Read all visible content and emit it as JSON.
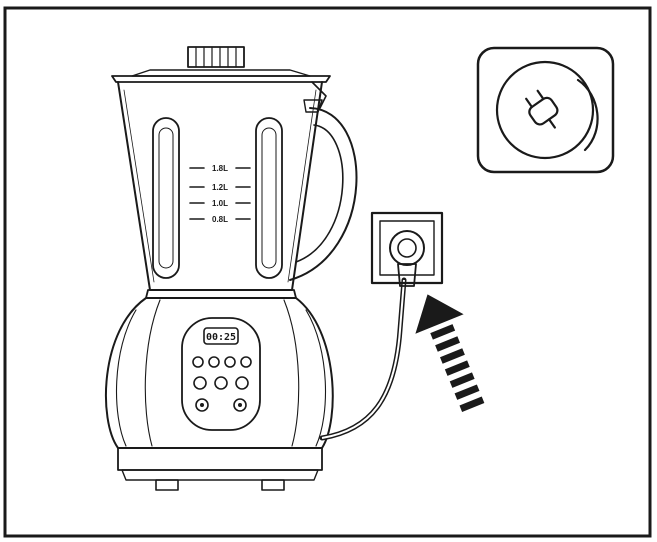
{
  "blender": {
    "measure_marks": [
      "1.8L",
      "1.2L",
      "1.0L",
      "0.8L"
    ],
    "display_value": "00:25"
  },
  "icons": {
    "plug_symbol": "plug-in-power-icon",
    "arrow": "insert-arrow-icon"
  },
  "colors": {
    "ink": "#1a1a1a",
    "background": "#ffffff"
  }
}
